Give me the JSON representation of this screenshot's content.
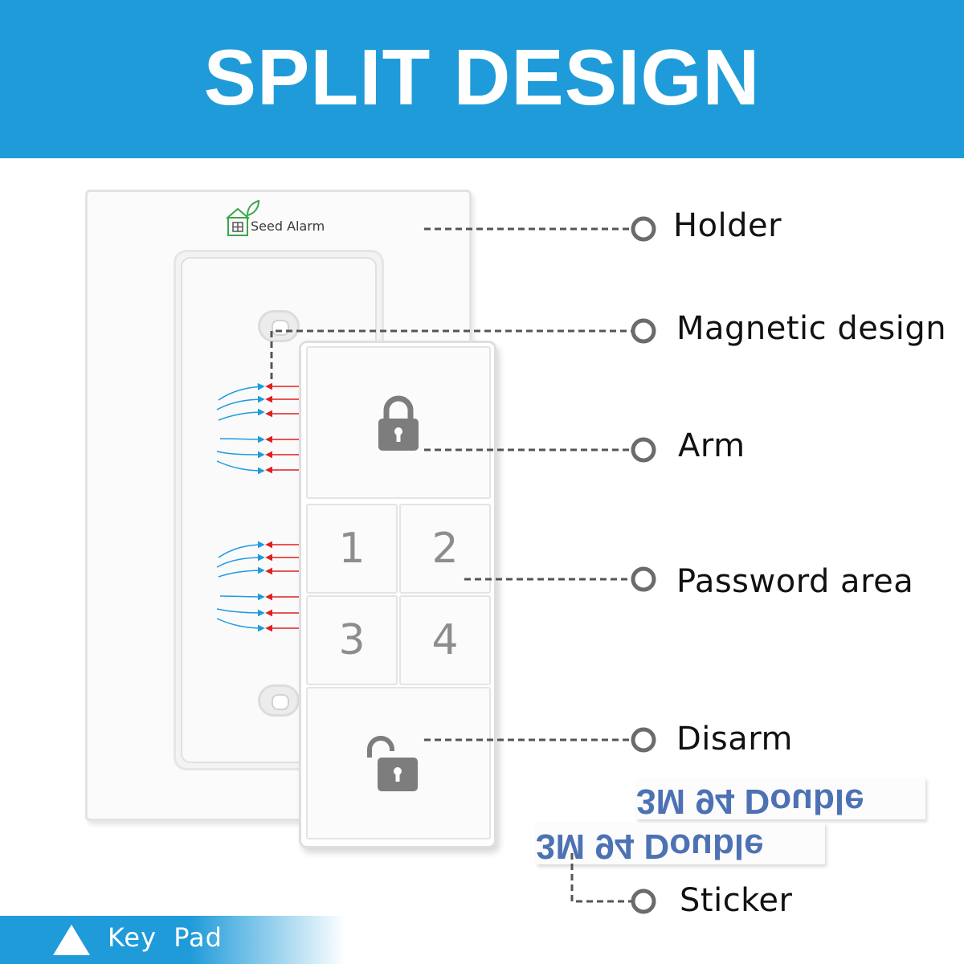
{
  "banner": {
    "title": "SPLIT DESIGN",
    "color": "#1f9bd9"
  },
  "holder": {
    "brand": "Seed Alarm"
  },
  "keypad": {
    "keys": [
      "1",
      "2",
      "3",
      "4"
    ],
    "arm_icon": "lock-icon",
    "disarm_icon": "unlock-icon"
  },
  "callouts": {
    "holder": "Holder",
    "magnetic": "Magnetic design",
    "arm": "Arm",
    "password": "Password area",
    "disarm": "Disarm",
    "sticker": "Sticker"
  },
  "stickers": {
    "print_top": "3M 94 Double",
    "print_bottom": "3M 94 Double"
  },
  "footer": {
    "label": "Key  Pad",
    "icon": "triangle-icon"
  },
  "colors": {
    "accent": "#1f9bd9",
    "field_in": "#1e9be0",
    "field_out": "#e02020",
    "key_text": "#8d8d8d"
  }
}
